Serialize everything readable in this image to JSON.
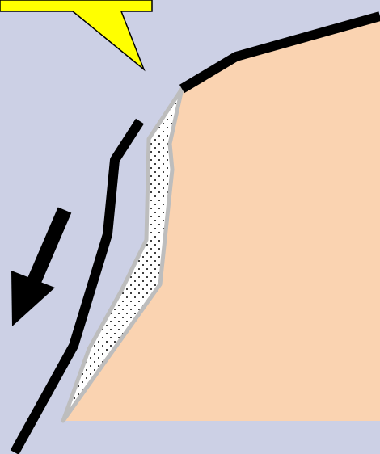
{
  "diagram": {
    "colors": {
      "background": "#ccd0e5",
      "rock": "#fad3b1",
      "gap_fill": "#ffffff",
      "gap_outline": "#bdbdbd",
      "fault_line": "#000000",
      "burst": "#ffff00",
      "arrow": "#000000"
    },
    "elements": [
      "yellow-star-burst",
      "rock-mass",
      "dotted-gap",
      "upper-fault-line",
      "displaced-fault-line",
      "slide-arrow"
    ]
  }
}
